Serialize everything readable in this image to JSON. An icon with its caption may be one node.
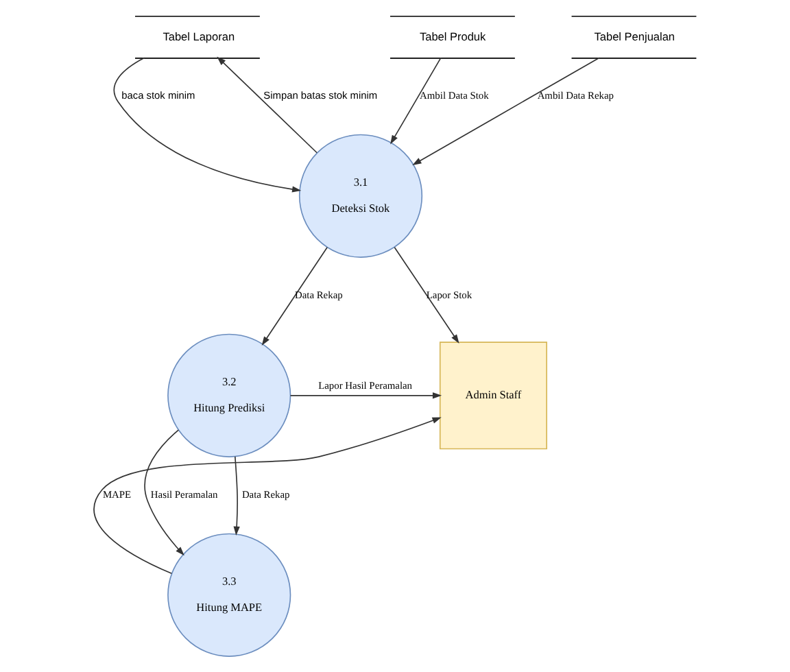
{
  "diagram": {
    "nodes": [
      {
        "text": [
          "Tabel Laporan"
        ]
      },
      {
        "text": [
          "3.1",
          "Deteksi Stok"
        ]
      },
      {
        "text": [
          "Tabel Produk"
        ]
      },
      {
        "text": [
          "Tabel Penjualan"
        ]
      },
      {
        "text": [
          "Admin Staff"
        ]
      },
      {
        "text": [
          "3.2",
          "Hitung Prediksi"
        ]
      },
      {
        "text": [
          "3.3",
          "Hitung MAPE"
        ]
      }
    ],
    "edges": [
      {
        "from": 0,
        "to": 1,
        "arrow": "to",
        "label": "baca stok minim"
      },
      {
        "from": 1,
        "to": 0,
        "arrow": "to",
        "label": "Simpan batas stok minim"
      },
      {
        "from": 2,
        "to": 1,
        "arrow": "to",
        "label": "Ambil Data Stok"
      },
      {
        "from": 3,
        "to": 1,
        "arrow": "to",
        "label": "Ambil Data Rekap"
      },
      {
        "from": 1,
        "to": 4,
        "arrow": "to",
        "label": "Lapor Stok"
      },
      {
        "from": 1,
        "to": 5,
        "arrow": "to",
        "label": "Data Rekap"
      },
      {
        "from": 5,
        "to": 4,
        "arrow": "to",
        "label": "Lapor Hasil Peramalan"
      },
      {
        "from": 5,
        "to": 6,
        "arrow": "to",
        "label": "Data Rekap"
      },
      {
        "from": 5,
        "to": 6,
        "arrow": "to",
        "label": "Hasil Peramalan"
      },
      {
        "from": 6,
        "to": 4,
        "arrow": "to",
        "label": "MAPE"
      }
    ]
  }
}
